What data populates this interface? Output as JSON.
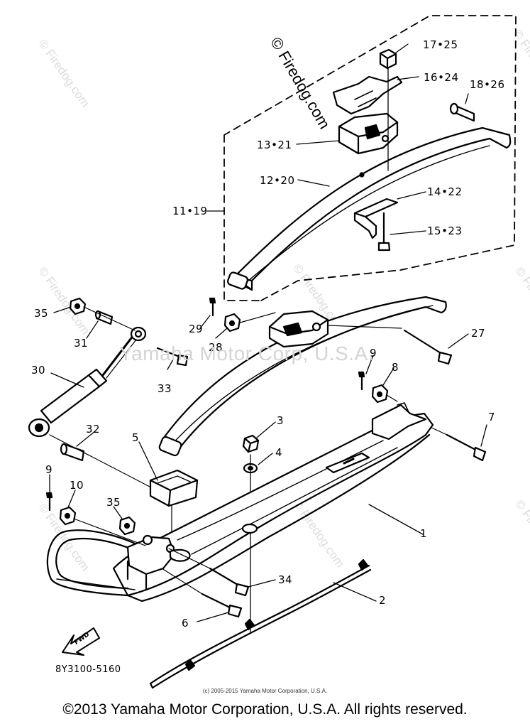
{
  "watermarks": {
    "main": "Yamaha Motor Corp, U.S.A.",
    "site": "© Firedog.com",
    "site_short": "Firedog.com"
  },
  "part_code": "8Y3100-5160",
  "copyright_small": "(c) 2005-2015 Yamaha Motor Corporation, U.S.A.",
  "copyright_main": "©2013 Yamaha Motor Corporation, U.S.A. All rights reserved.",
  "fwd_label": "FWD",
  "callouts": {
    "c17_25": "17•25",
    "c16_24": "16•24",
    "c18_26": "18•26",
    "c13_21": "13•21",
    "c12_20": "12•20",
    "c11_19": "11•19",
    "c14_22": "14•22",
    "c15_23": "15•23",
    "c35a": "35",
    "c31": "31",
    "c29": "29",
    "c28": "28",
    "c27": "27",
    "c30": "30",
    "c33": "33",
    "c9a": "9",
    "c8": "8",
    "c32": "32",
    "c5": "5",
    "c3": "3",
    "c4": "4",
    "c7": "7",
    "c9b": "9",
    "c10": "10",
    "c35b": "35",
    "c1": "1",
    "c34": "34",
    "c2": "2",
    "c6": "6"
  }
}
